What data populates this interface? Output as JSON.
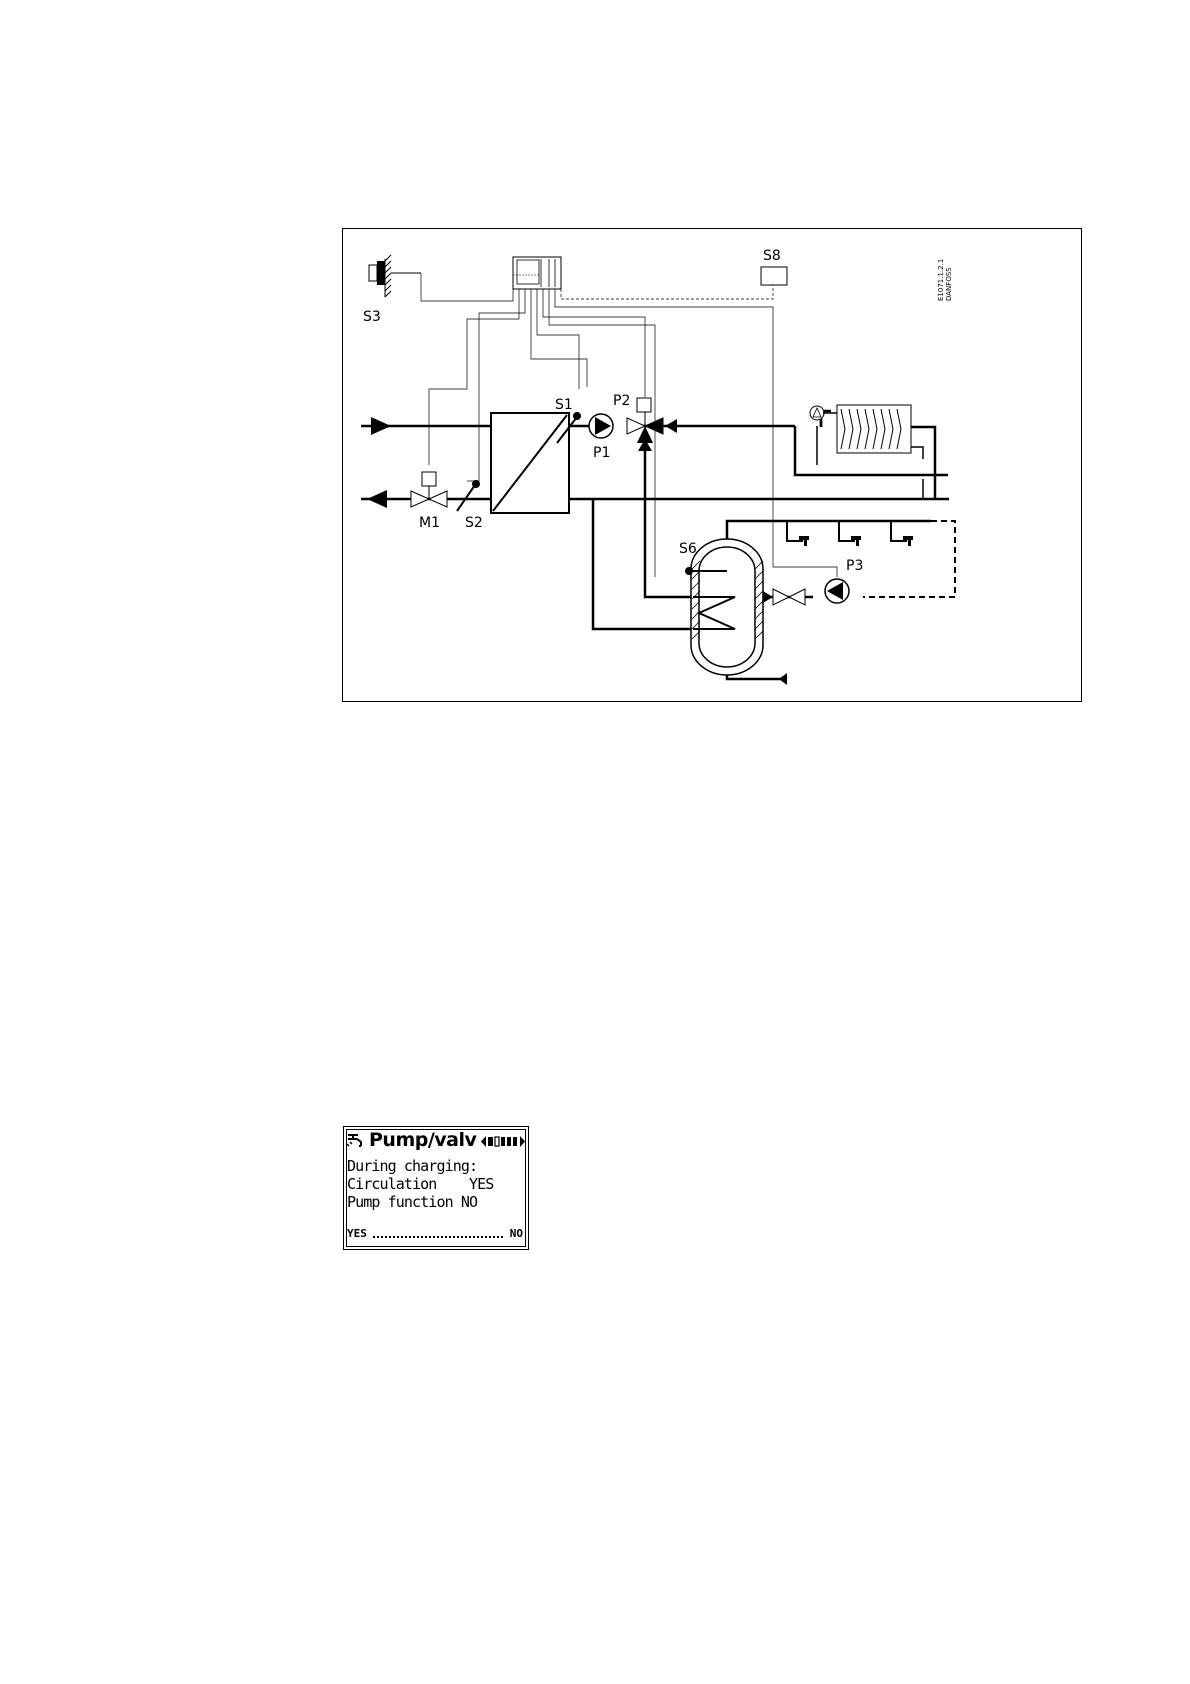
{
  "diagram": {
    "labels": {
      "s3": "S3",
      "s8": "S8",
      "s1": "S1",
      "p1": "P1",
      "p2": "P2",
      "m1": "M1",
      "s2": "S2",
      "s6": "S6",
      "p3": "P3"
    },
    "code_line1": "E1071.1.2.1",
    "code_line2": "DANFOSS"
  },
  "display": {
    "title": "Pump/valv",
    "line1": "During charging:",
    "line2_label": "Circulation",
    "line2_value": "YES",
    "line3_label": "Pump function",
    "line3_value": "NO",
    "footer_left": "YES",
    "footer_right": "NO",
    "icons": [
      "tap-icon",
      "nav-arrows-icon"
    ]
  }
}
